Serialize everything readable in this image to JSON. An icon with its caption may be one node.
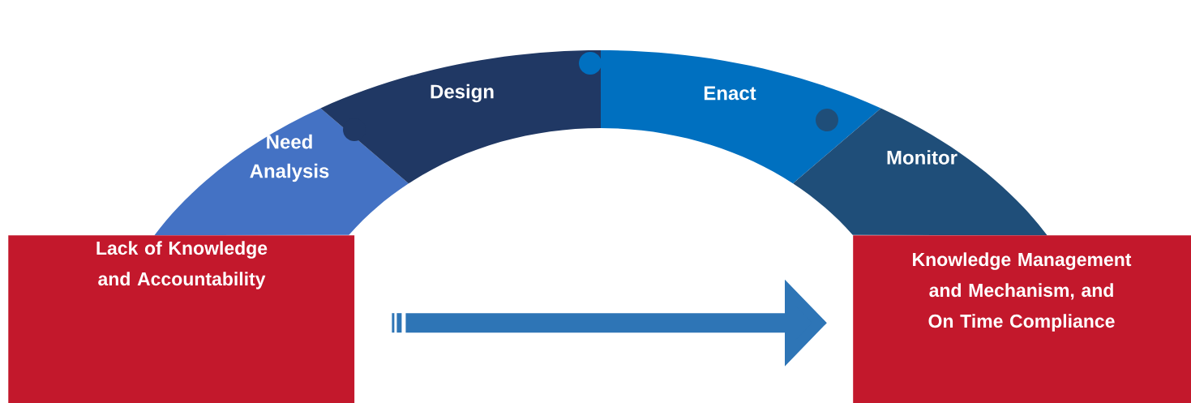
{
  "diagram": {
    "nodes": [
      {
        "text": [
          "Need Analysis"
        ]
      },
      {
        "text": [
          "Design"
        ]
      },
      {
        "text": [
          "Enact"
        ]
      },
      {
        "text": [
          "Monitor"
        ]
      },
      {
        "text": [
          "Lack of Knowledge and Accountability"
        ]
      },
      {
        "text": [
          "Knowledge Management and Mechanism, and On Time Compliance"
        ]
      }
    ],
    "edges": [
      {
        "from": 4,
        "to": 5,
        "arrow": "to"
      }
    ]
  }
}
